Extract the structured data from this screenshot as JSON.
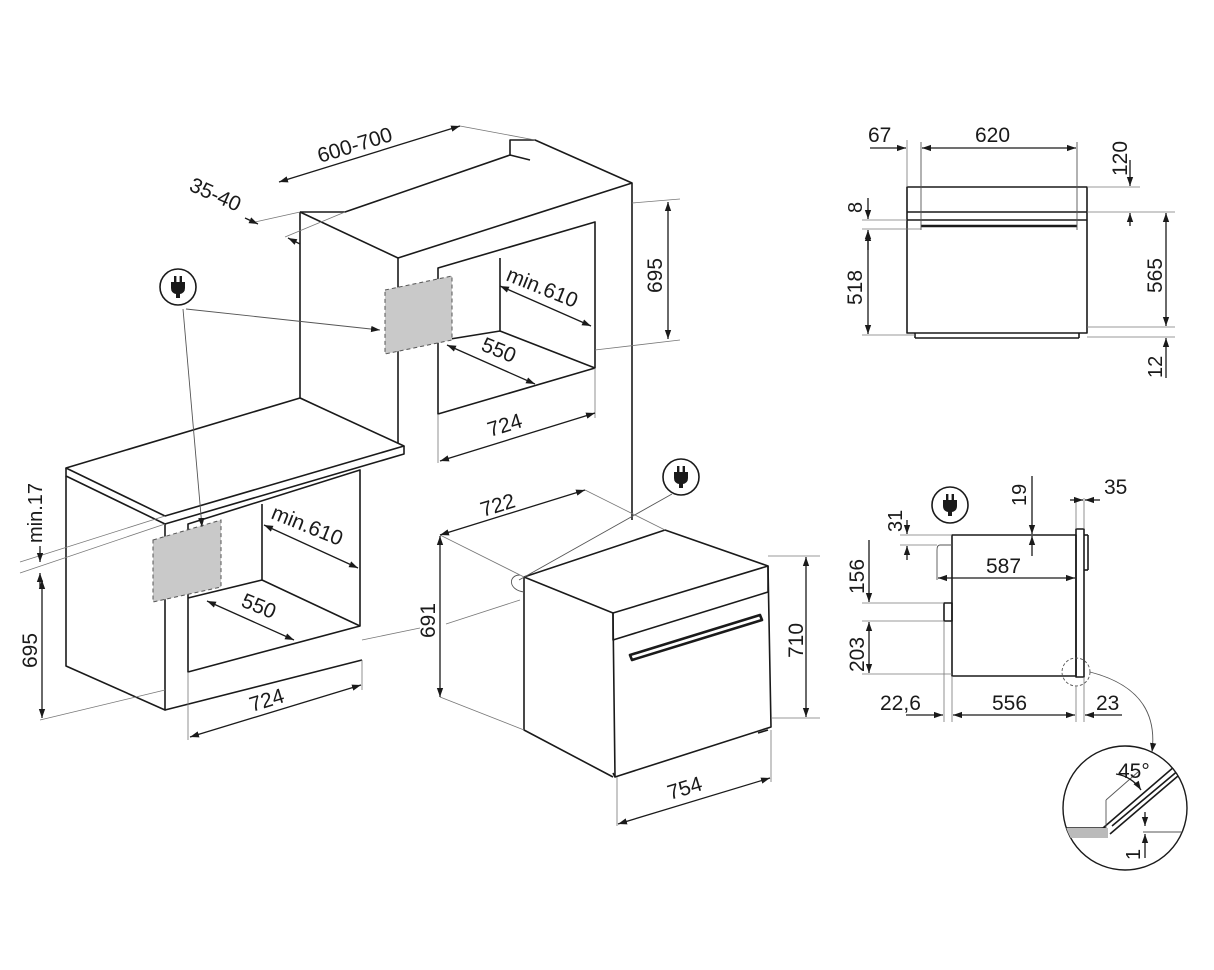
{
  "diagram": {
    "colors": {
      "line": "#1a1a1a",
      "panel": "#c9c9c9",
      "background": "#ffffff"
    },
    "icons": [
      "power-plug-icon"
    ],
    "labels": {
      "cab_depth": "600-700",
      "cab_gap": "35-40",
      "tall_height": "695",
      "tall_depth": "min.610",
      "tall_inner_depth": "550",
      "tall_width": "724",
      "under_min": "min.17",
      "under_height": "695",
      "under_depth": "min.610",
      "under_inner_depth": "550",
      "under_width": "724",
      "oven_depth": "722",
      "oven_height_total": "691",
      "oven_height": "710",
      "oven_width": "754",
      "top_67": "67",
      "top_620": "620",
      "top_120": "120",
      "top_8": "8",
      "top_518": "518",
      "top_565": "565",
      "top_12": "12",
      "side_19": "19",
      "side_35": "35",
      "side_31": "31",
      "side_587": "587",
      "side_156": "156",
      "side_203": "203",
      "side_22_6": "22,6",
      "side_556": "556",
      "side_23": "23",
      "detail_angle": "45°",
      "detail_1": "1"
    }
  }
}
